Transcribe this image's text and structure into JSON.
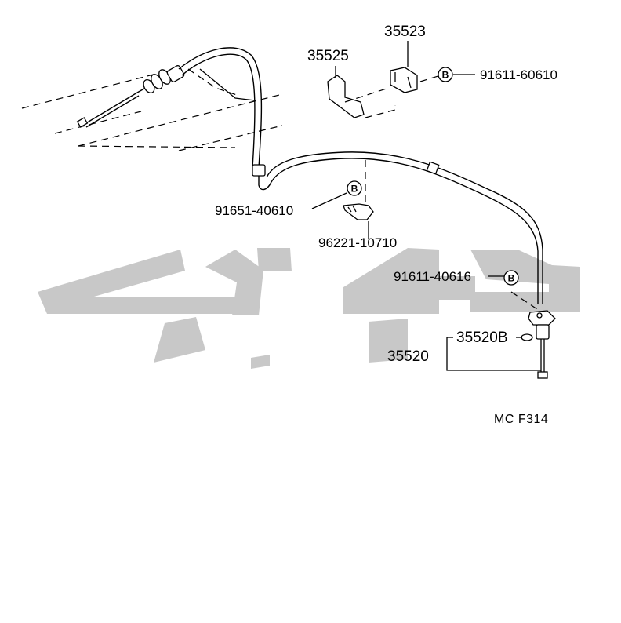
{
  "labels": {
    "part_35523": "35523",
    "part_35525": "35525",
    "bolt_91611_60610": "91611-60610",
    "bolt_91651_40610": "91651-40610",
    "clip_96221_10710": "96221-10710",
    "bolt_91611_40616": "91611-40616",
    "part_35520B": "35520B",
    "part_35520": "35520",
    "bolt_marker": "B",
    "figure_code": "MC F314"
  },
  "watermark": {
    "color": "#c8c8c8"
  }
}
